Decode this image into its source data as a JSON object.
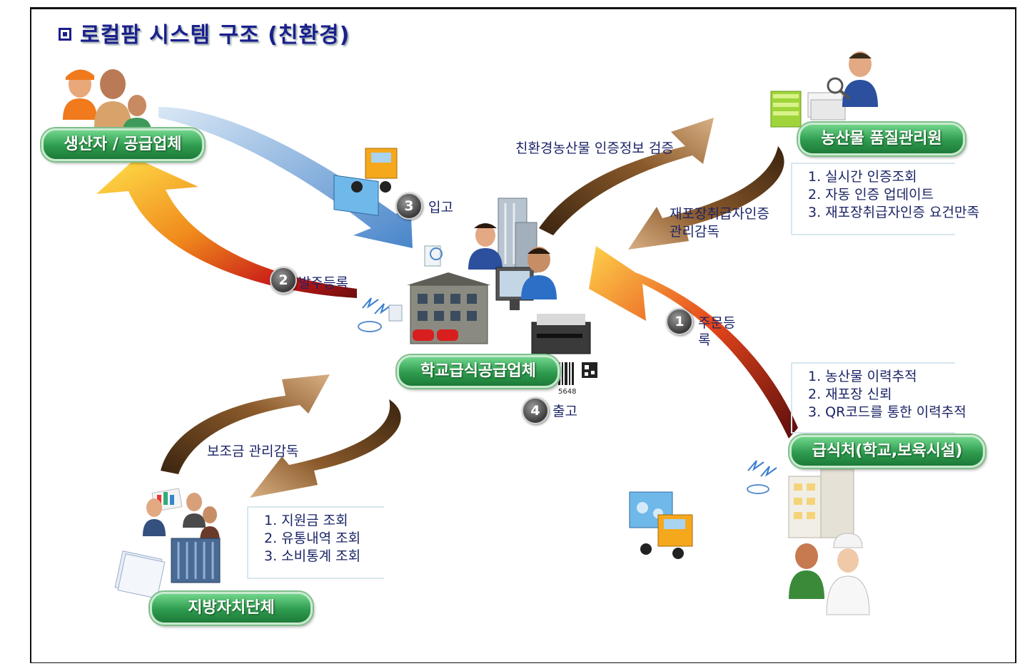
{
  "title": "로컬팜 시스템 구조 (친환경)",
  "nodes": {
    "producer": "생산자 / 공급업체",
    "quality_agency": "농산물 품질관리원",
    "school_supplier": "학교급식공급업체",
    "cafeteria": "급식처(학교,보육시설)",
    "local_government": "지방자치단체"
  },
  "flows": {
    "verify": "친환경농산물 인증정보 검증",
    "repack_line1": "재포장취급자인증",
    "repack_line2": "관리감독",
    "subsidy": "보조금 관리감독"
  },
  "steps": [
    {
      "num": "1",
      "label_line1": "주문등",
      "label_line2": "록"
    },
    {
      "num": "2",
      "label": "발주등록"
    },
    {
      "num": "3",
      "label": "입고"
    },
    {
      "num": "4",
      "label": "출고"
    }
  ],
  "info_boxes": {
    "quality_agency": [
      "1. 실시간 인증조회",
      "2. 자동 인증 업데이트",
      "3. 재포장취급자인증 요건만족"
    ],
    "cafeteria": [
      "1. 농산물 이력추적",
      "2. 재포장 신뢰",
      "3. QR코드를 통한 이력추적"
    ],
    "local_government": [
      "1. 지원금 조회",
      "2. 유통내역 조회",
      "3. 소비통계 조회"
    ]
  },
  "barcode_text": "5648",
  "colors": {
    "title": "#1a1f8c",
    "pill_green": "#2e9b4e",
    "label_text": "#1b2466",
    "arrow_blue": "#5f93cf",
    "arrow_brown": "#8b5a2b"
  }
}
